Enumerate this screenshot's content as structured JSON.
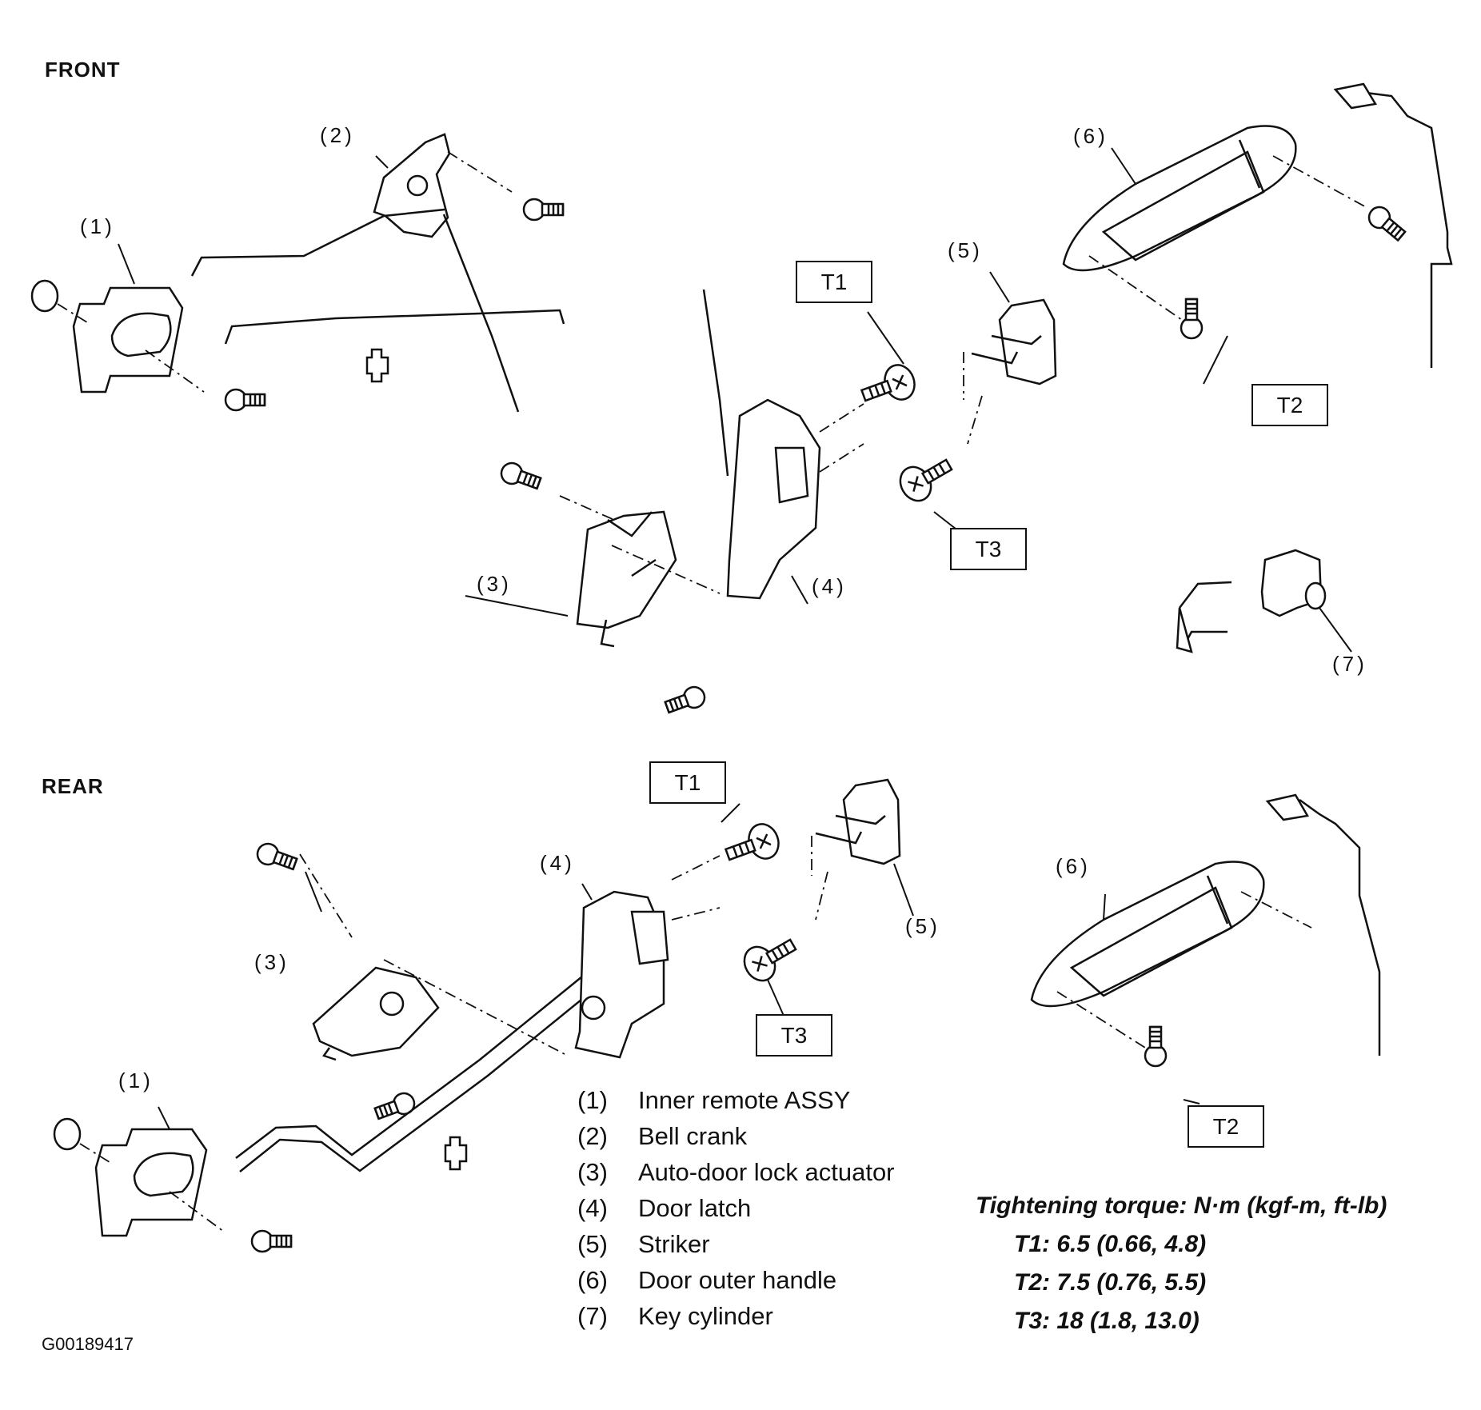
{
  "sections": {
    "front": "FRONT",
    "rear": "REAR"
  },
  "callouts": {
    "front": [
      "(1)",
      "(2)",
      "(3)",
      "(4)",
      "(5)",
      "(6)",
      "(7)"
    ],
    "rear": [
      "(1)",
      "(3)",
      "(4)",
      "(5)",
      "(6)"
    ]
  },
  "torque_boxes": {
    "t1": "T1",
    "t2": "T2",
    "t3": "T3"
  },
  "legend": [
    {
      "num": "(1)",
      "label": "Inner remote ASSY"
    },
    {
      "num": "(2)",
      "label": "Bell crank"
    },
    {
      "num": "(3)",
      "label": "Auto-door lock actuator"
    },
    {
      "num": "(4)",
      "label": "Door latch"
    },
    {
      "num": "(5)",
      "label": "Striker"
    },
    {
      "num": "(6)",
      "label": "Door outer handle"
    },
    {
      "num": "(7)",
      "label": "Key cylinder"
    }
  ],
  "torque": {
    "title": "Tightening torque: N·m (kgf-m, ft-lb)",
    "values": [
      "T1: 6.5 (0.66, 4.8)",
      "T2: 7.5 (0.76, 5.5)",
      "T3: 18 (1.8, 13.0)"
    ]
  },
  "figure_id": "G00189417"
}
